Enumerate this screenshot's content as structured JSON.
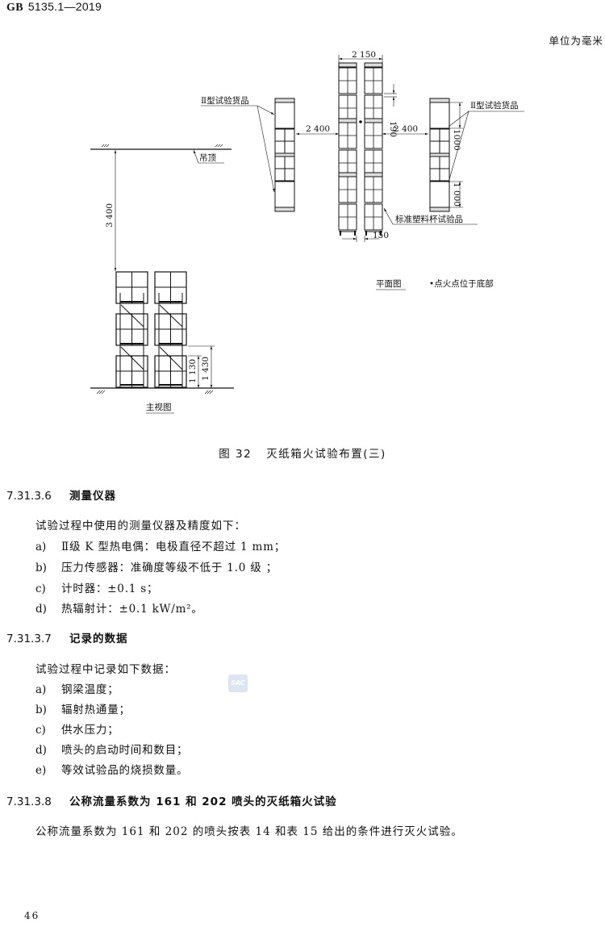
{
  "header": {
    "standard_prefix": "GB",
    "standard_number": "5135.1—2019"
  },
  "units_note": "单位为毫米",
  "figure": {
    "caption_number": "图 32",
    "caption_title": "灭纸箱火试验布置(三)",
    "labels": {
      "type2_goods_left": "Ⅱ型试验货品",
      "type2_goods_right": "Ⅱ型试验货品",
      "ceiling": "吊顶",
      "standard_plastic_cup": "标准塑料杯试验品",
      "plan_view": "平面图",
      "ignition_note": "•点火点位于底部",
      "front_view": "主视图"
    },
    "dimensions": {
      "top_width": "2 150",
      "left_gap": "2 400",
      "right_gap": "2 400",
      "flue_spacing": "190",
      "right_upper": "1000",
      "right_lower": "1 000",
      "bottom_gap": "150",
      "ceiling_height": "3 400",
      "tier_1": "1 130",
      "tier_2": "1 430"
    }
  },
  "sections": [
    {
      "number": "7.31.3.6",
      "title": "测量仪器",
      "intro": "试验过程中使用的测量仪器及精度如下：",
      "items": [
        {
          "label": "a)",
          "text": "Ⅱ级 K 型热电偶：电极直径不超过 1 mm；"
        },
        {
          "label": "b)",
          "text": "压力传感器：准确度等级不低于 1.0 级 ；"
        },
        {
          "label": "c)",
          "text": "计时器：±0.1 s；"
        },
        {
          "label": "d)",
          "text": "热辐射计：±0.1 kW/m²。"
        }
      ]
    },
    {
      "number": "7.31.3.7",
      "title": "记录的数据",
      "intro": "试验过程中记录如下数据：",
      "items": [
        {
          "label": "a)",
          "text": "钢梁温度；"
        },
        {
          "label": "b)",
          "text": "辐射热通量；"
        },
        {
          "label": "c)",
          "text": "供水压力；"
        },
        {
          "label": "d)",
          "text": "喷头的启动时间和数目；"
        },
        {
          "label": "e)",
          "text": "等效试验品的烧损数量。"
        }
      ]
    },
    {
      "number": "7.31.3.8",
      "title": "公称流量系数为 161 和 202 喷头的灭纸箱火试验",
      "intro": "公称流量系数为 161 和 202 的喷头按表 14 和表 15 给出的条件进行灭火试验。",
      "items": []
    }
  ],
  "watermark": "SAC",
  "page_number": "46"
}
